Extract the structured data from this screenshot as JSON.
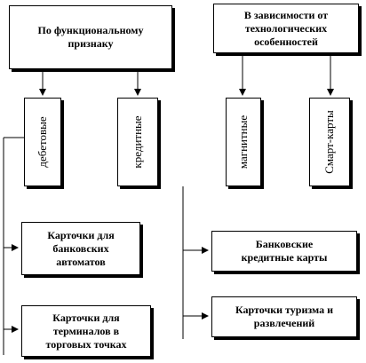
{
  "diagram": {
    "top_left": "По функциональному\nпризнаку",
    "top_right": "В зависимости от\nтехнологических\nособенностей",
    "debit": "дебетовые",
    "credit": "кредитные",
    "magnetic": "магнитные",
    "smart": "Смарт-карты",
    "card_atm": "Карточки для\nбанковских\nавтоматов",
    "card_pos": "Карточки для\nтерминалов в\nторговых точках",
    "card_bank_credit": "Банковские\nкредитные карты",
    "card_travel": "Карточки туризма и\nразвлечений"
  }
}
